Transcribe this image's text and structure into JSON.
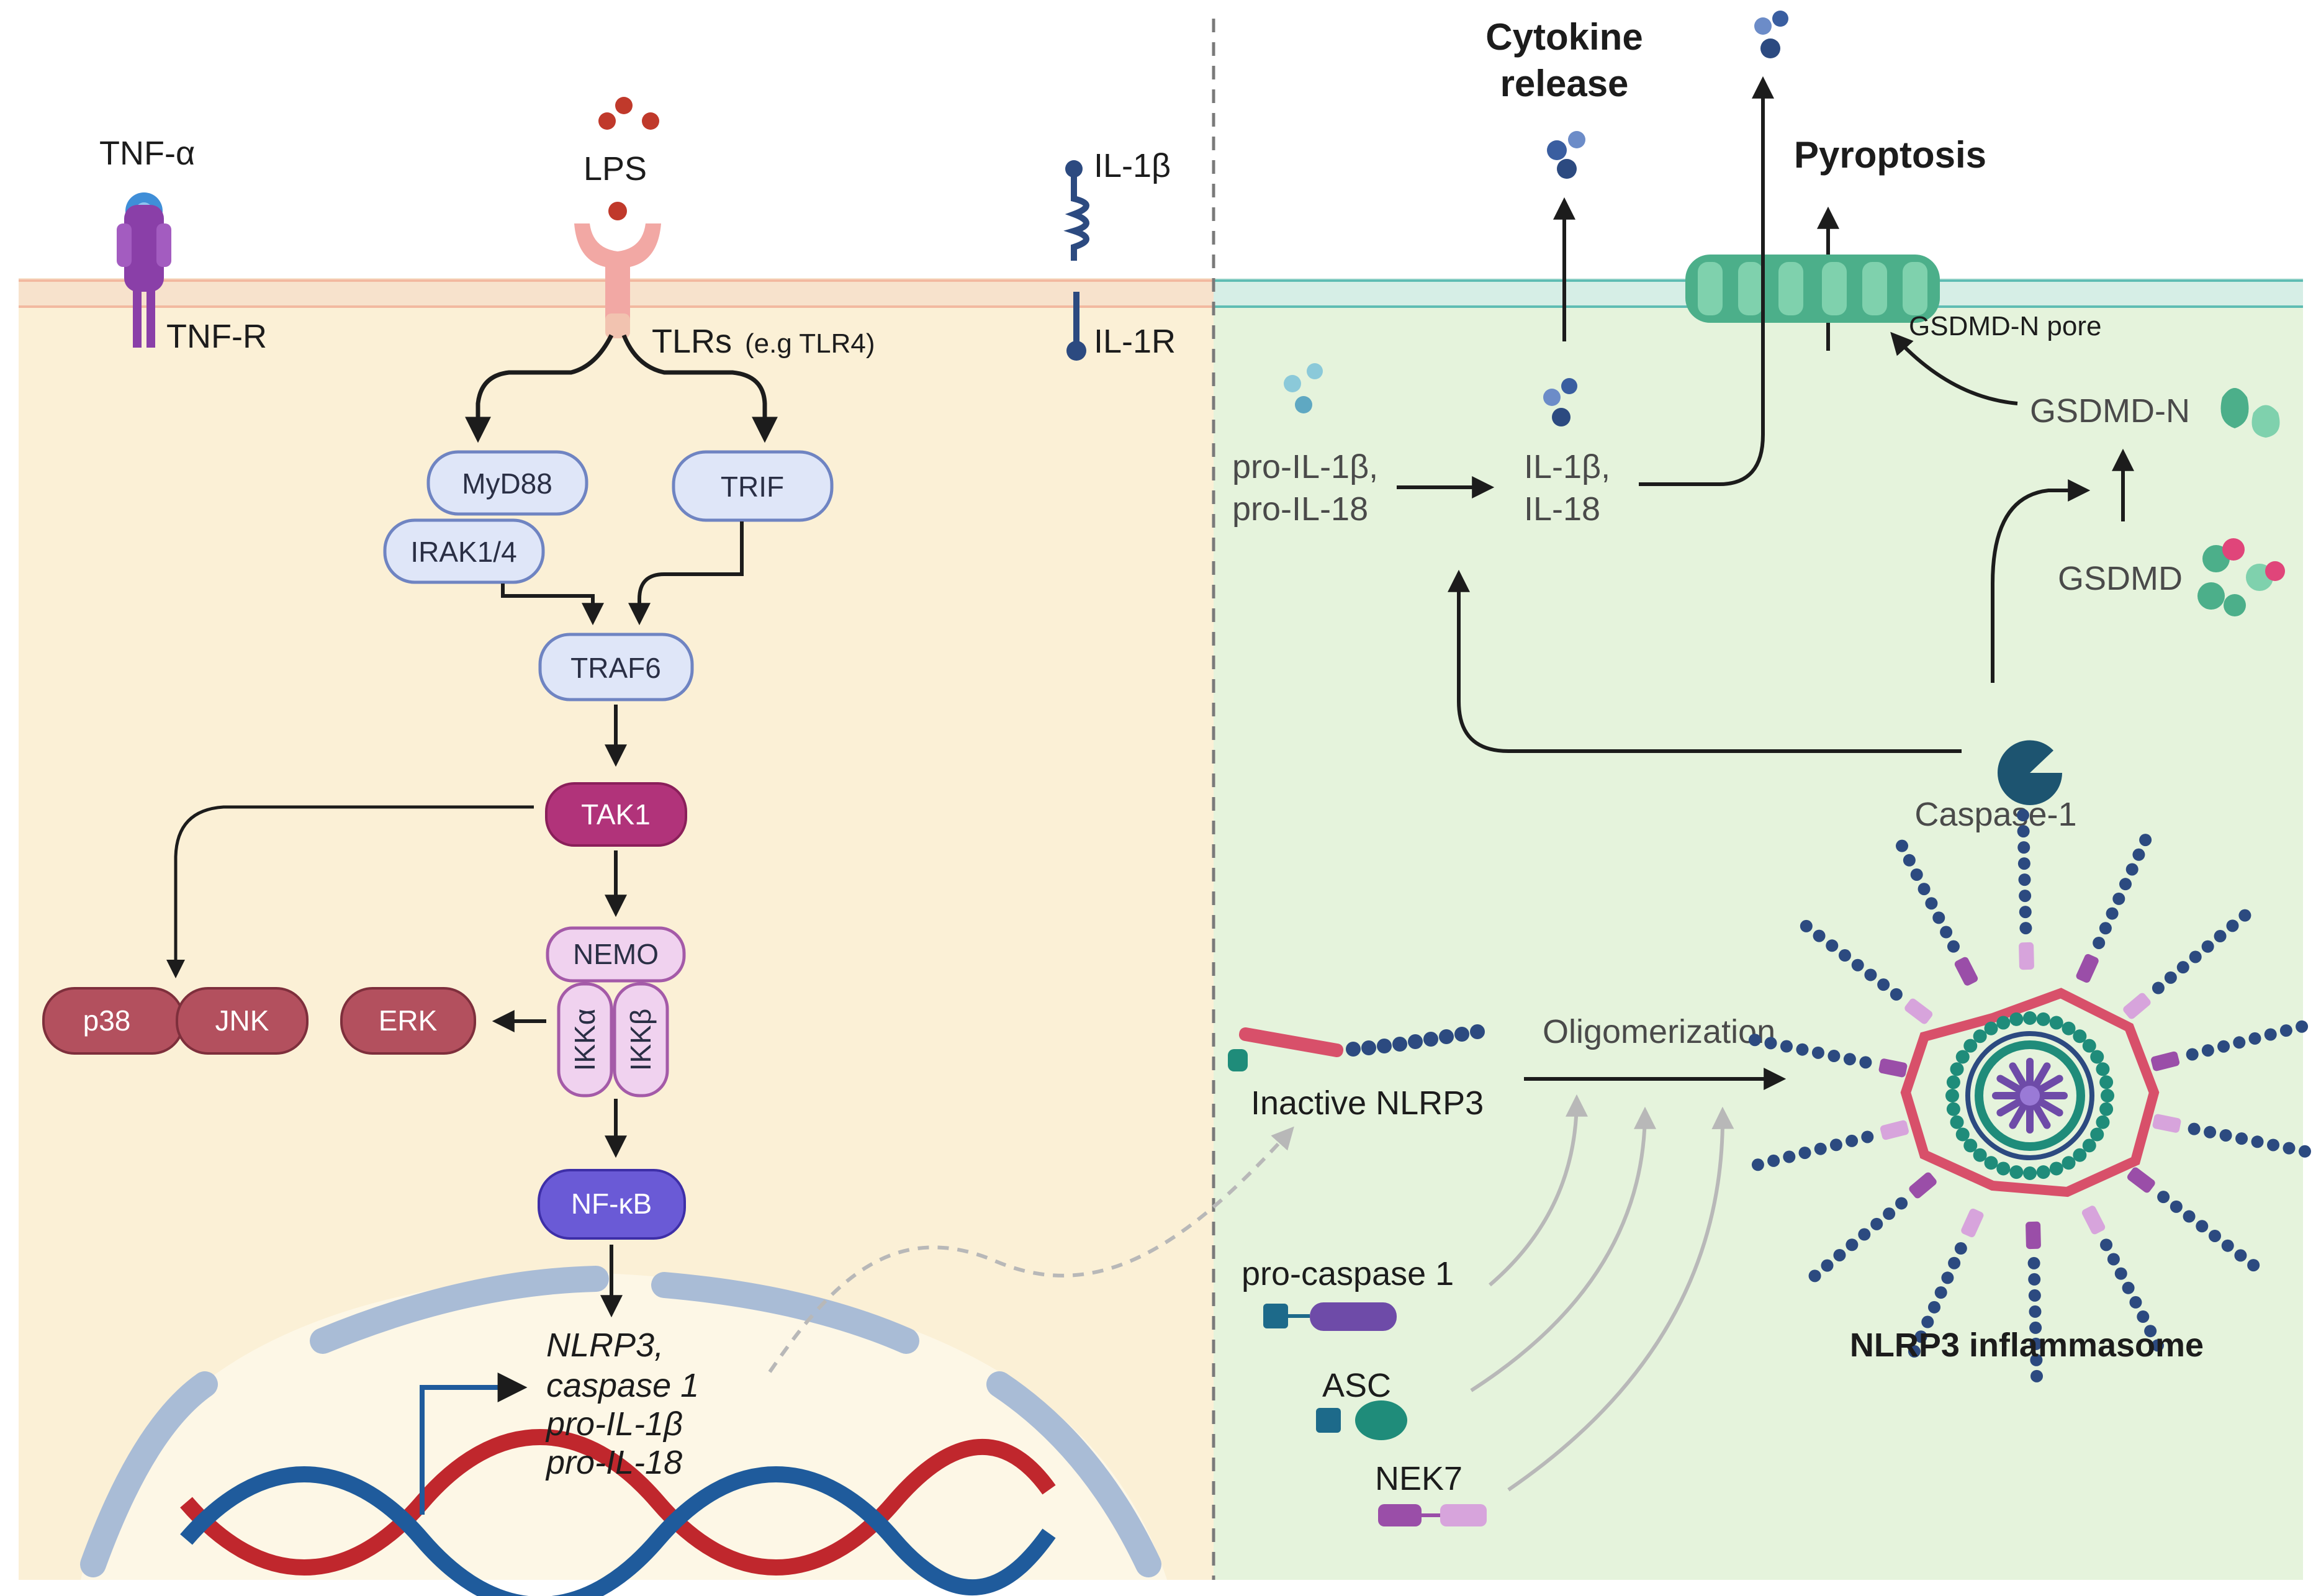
{
  "ligands": {
    "tnf_alpha": "TNF-α",
    "lps": "LPS",
    "il1b": "IL-1β"
  },
  "receptors": {
    "tnfr": "TNF-R",
    "tlrs": "TLRs",
    "tlrs_note": "(e.g TLR4)",
    "il1r": "IL-1R"
  },
  "nodes": {
    "myd88": "MyD88",
    "irak": "IRAK1/4",
    "trif": "TRIF",
    "traf6": "TRAF6",
    "tak1": "TAK1",
    "nemo": "NEMO",
    "ikka": "IKKα",
    "ikkb": "IKKβ",
    "p38": "p38",
    "jnk": "JNK",
    "erk": "ERK",
    "nfkb": "NF-κB"
  },
  "genes": [
    "NLRP3,",
    "caspase 1",
    "pro-IL-1β",
    "pro-IL-18"
  ],
  "right": {
    "cytokine_release": [
      "Cytokine",
      "release"
    ],
    "pyroptosis": "Pyroptosis",
    "gsdmd_pore": "GSDMD-N pore",
    "gsdmd_n": "GSDMD-N",
    "gsdmd": "GSDMD",
    "pro_cytokines": [
      "pro-IL-1β,",
      "pro-IL-18"
    ],
    "cytokines": [
      "IL-1β,",
      "IL-18"
    ],
    "caspase1": "Caspase-1",
    "inactive_nlrp3": "Inactive NLRP3",
    "oligomerization": "Oligomerization",
    "pro_caspase1": "pro-caspase 1",
    "asc": "ASC",
    "nek7": "NEK7",
    "inflammasome": "NLRP3 inflammasome"
  },
  "colors": {
    "left_bg": "#fbf0d6",
    "right_bg": "#e5f3dc",
    "node_blue": "#dfe6f8",
    "tak1": "#b1337a",
    "nfkb": "#6a5ad6",
    "mapk": "#b3505e",
    "ikk": "#f0d2ef",
    "pink_strand": "#d8506a",
    "dark_blue": "#2c4a80",
    "teal": "#1f8c7a"
  }
}
